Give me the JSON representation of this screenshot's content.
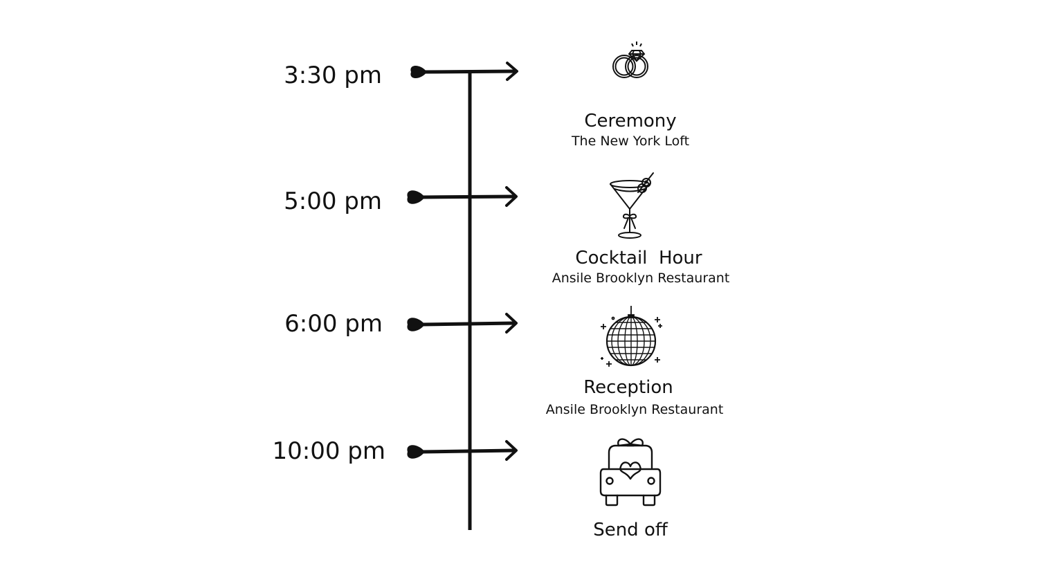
{
  "events": [
    {
      "time": "3:30 pm",
      "title": "Ceremony",
      "venue": "The New York Loft",
      "icon": "wedding-rings-icon"
    },
    {
      "time": "5:00 pm",
      "title": "Cocktail  Hour",
      "venue": "Ansile Brooklyn Restaurant",
      "icon": "cocktail-glass-icon"
    },
    {
      "time": "6:00 pm",
      "title": "Reception",
      "venue": "Ansile Brooklyn Restaurant",
      "icon": "disco-ball-icon"
    },
    {
      "time": "10:00 pm",
      "title": "Send off",
      "venue": "",
      "icon": "wedding-car-icon"
    }
  ],
  "colors": {
    "ink": "#111111",
    "background": "#ffffff"
  }
}
